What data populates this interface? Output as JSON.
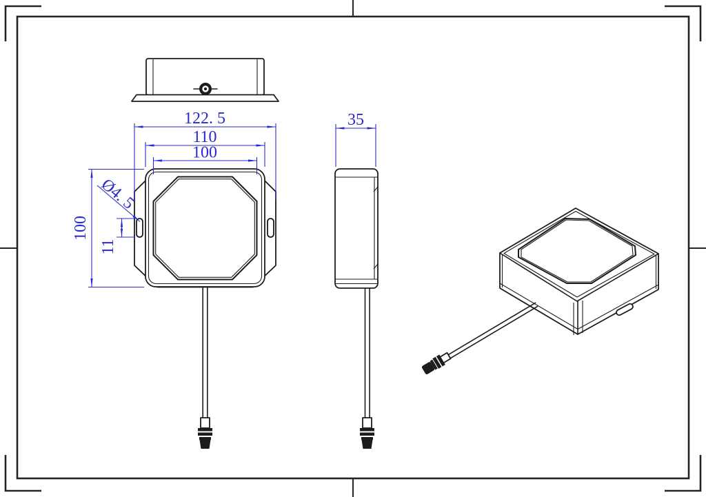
{
  "drawing": {
    "kind": "engineering-dimensional-drawing",
    "subject": "square antenna enclosure with mounting tabs and coaxial cable"
  },
  "dimensions": {
    "plate_width": "122. 5",
    "body_width": "110",
    "top_face_width": "100",
    "body_height": "100",
    "slot_length": "11",
    "hole_diameter": "Ø4. 5",
    "depth": "35"
  },
  "colors": {
    "dimension_blue": "#2929cc",
    "line_black": "#1c1c1c",
    "background": "#ffffff"
  }
}
